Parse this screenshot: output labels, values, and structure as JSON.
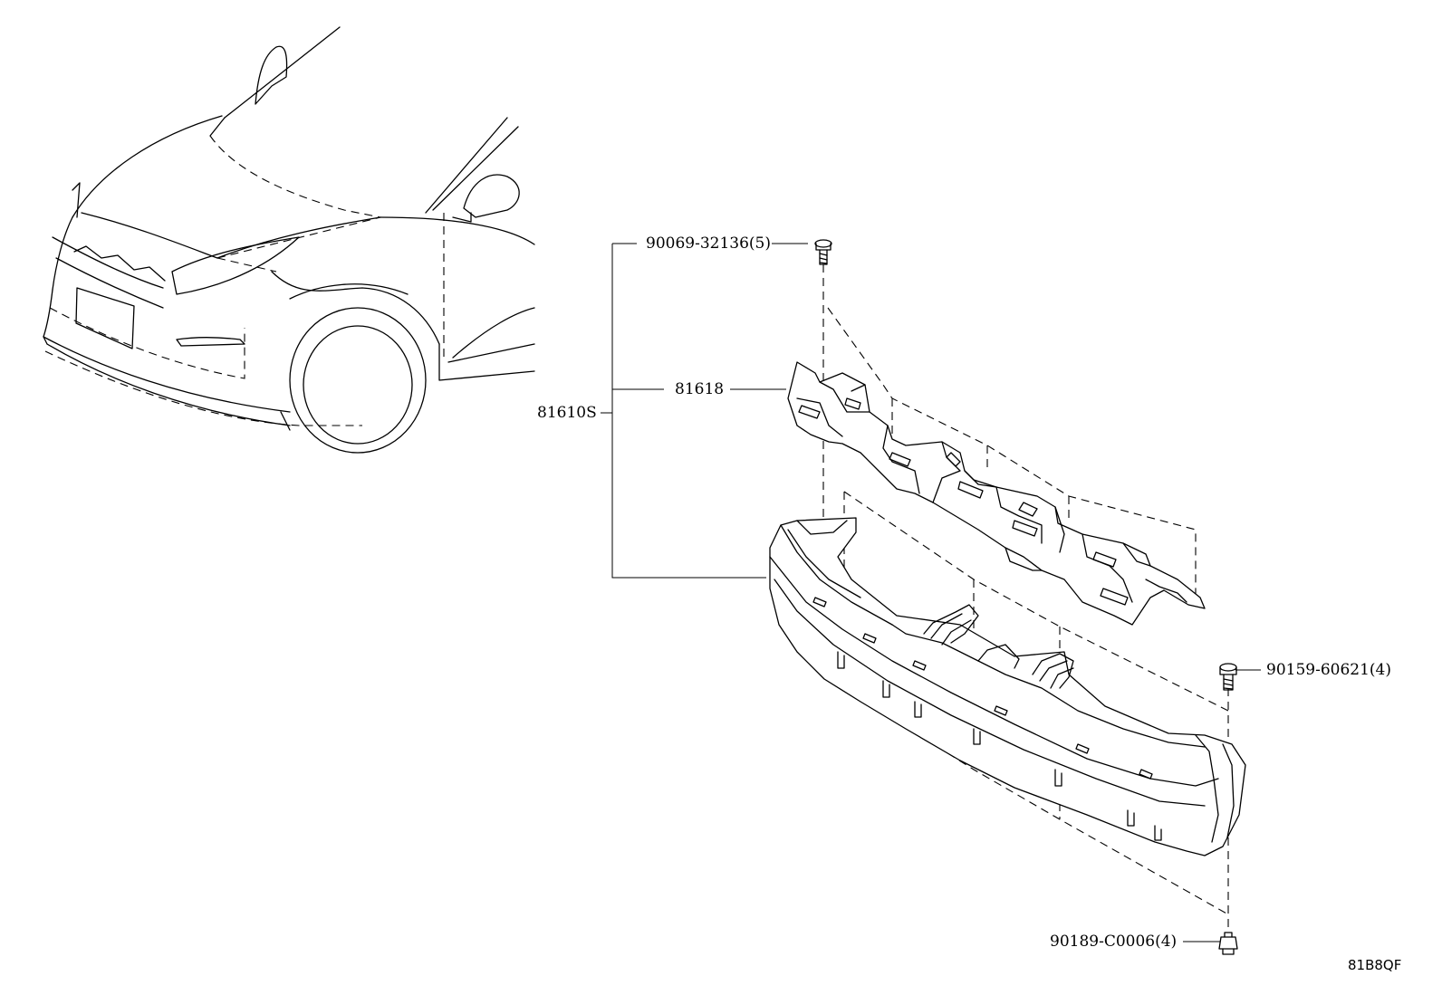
{
  "diagram": {
    "parts": {
      "assembly": "81610S",
      "retainer": "81618",
      "screw_top": "90069-32136(5)",
      "bolt_side": "90159-60621(4)",
      "clip_bottom": "90189-C0006(4)"
    },
    "figure_code": "81B8QF"
  }
}
